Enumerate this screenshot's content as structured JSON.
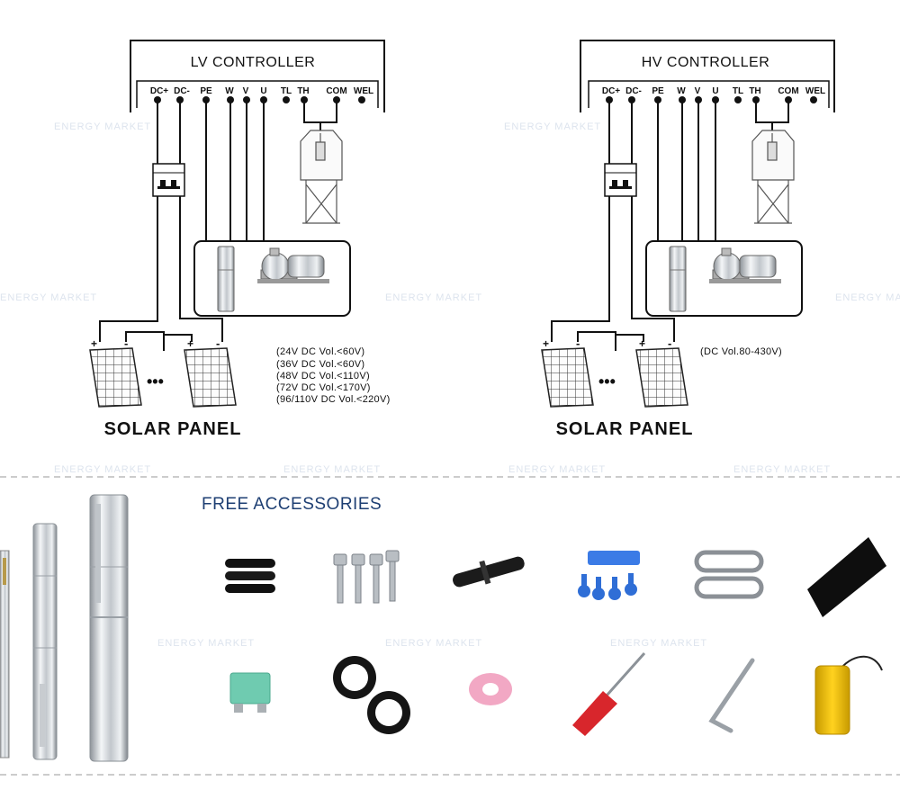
{
  "lv": {
    "controller_title": "LV CONTROLLER",
    "terminals": [
      "DC+",
      "DC-",
      "PE",
      "W",
      "V",
      "U",
      "TL",
      "TH",
      "COM",
      "WEL"
    ],
    "voltage_notes": [
      "(24V DC Vol.<60V)",
      "(36V DC Vol.<60V)",
      "(48V DC Vol.<110V)",
      "(72V DC Vol.<170V)",
      "(96/110V DC Vol.<220V)"
    ],
    "panel_label": "SOLAR PANEL"
  },
  "hv": {
    "controller_title": "HV CONTROLLER",
    "terminals": [
      "DC+",
      "DC-",
      "PE",
      "W",
      "V",
      "U",
      "TL",
      "TH",
      "COM",
      "WEL"
    ],
    "voltage_notes": [
      "(DC Vol.80-430V)"
    ],
    "panel_label": "SOLAR PANEL"
  },
  "polarity": {
    "plus": "+",
    "minus": "-"
  },
  "ellipsis": "•••",
  "accessories": {
    "title": "FREE ACCESSORIES",
    "items": [
      "heat-shrink-tubes-icon",
      "bolts-icon",
      "cable-connector-icon",
      "crimp-terminals-icon",
      "snap-hooks-icon",
      "rubber-pad-icon",
      "fuse-icon",
      "insulation-tape-icon",
      "ptfe-tape-icon",
      "screwdriver-icon",
      "hex-key-icon",
      "float-switch-icon"
    ]
  },
  "watermark": "ENERGY MARKET",
  "colors": {
    "accent": "#1e3f73",
    "line": "#111111",
    "divider": "#bcbcbc",
    "watermark": "#dde4ee",
    "fuse": "#6fcbb0",
    "tape_pink": "#f2a8c4",
    "screwdriver": "#d8262c",
    "float": "#f2c200",
    "crimp": "#2f6ed6"
  }
}
